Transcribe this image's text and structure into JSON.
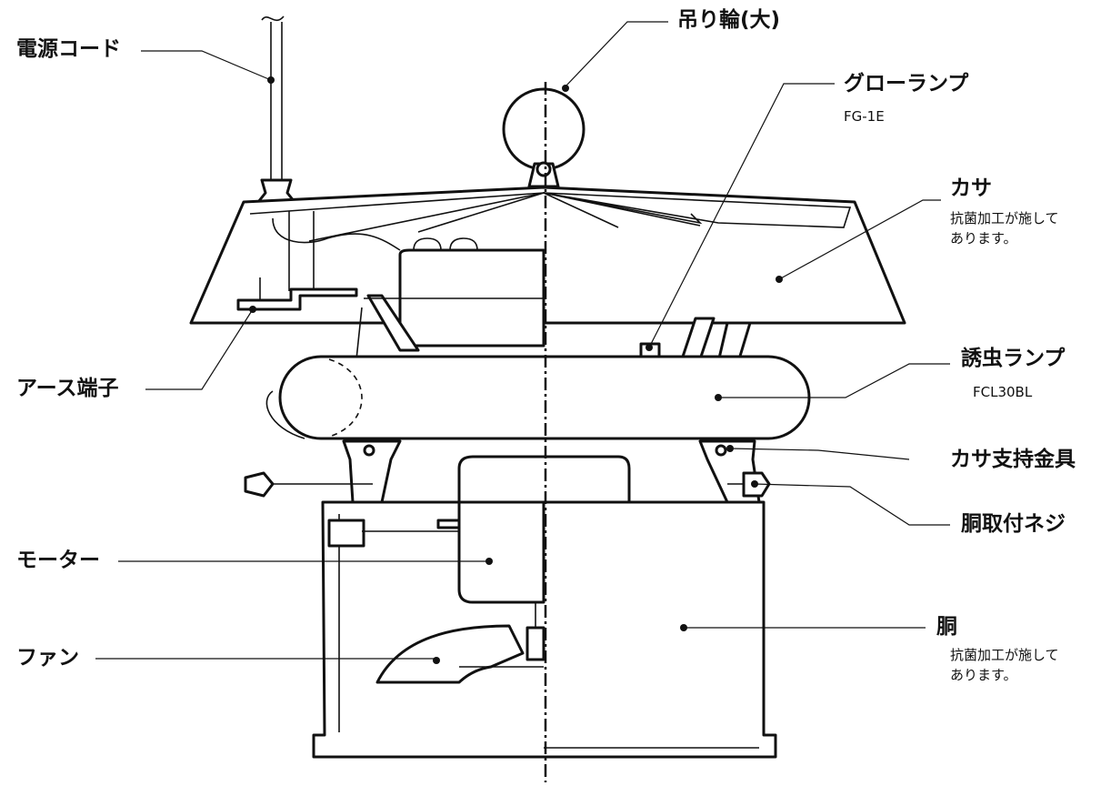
{
  "labels": {
    "power_cord": "電源コード",
    "hanging_ring": "吊り輪(大)",
    "glow_lamp": "グローランプ",
    "glow_lamp_model": "FG-1E",
    "shade": "カサ",
    "shade_note": "抗菌加工が施して\nあります。",
    "earth_terminal": "アース端子",
    "insect_lamp": "誘虫ランプ",
    "insect_lamp_model": "FCL30BL",
    "shade_bracket": "カサ支持金具",
    "body_screw": "胴取付ネジ",
    "motor": "モーター",
    "body": "胴",
    "body_note": "抗菌加工が施して\nあります。",
    "fan": "ファン"
  }
}
